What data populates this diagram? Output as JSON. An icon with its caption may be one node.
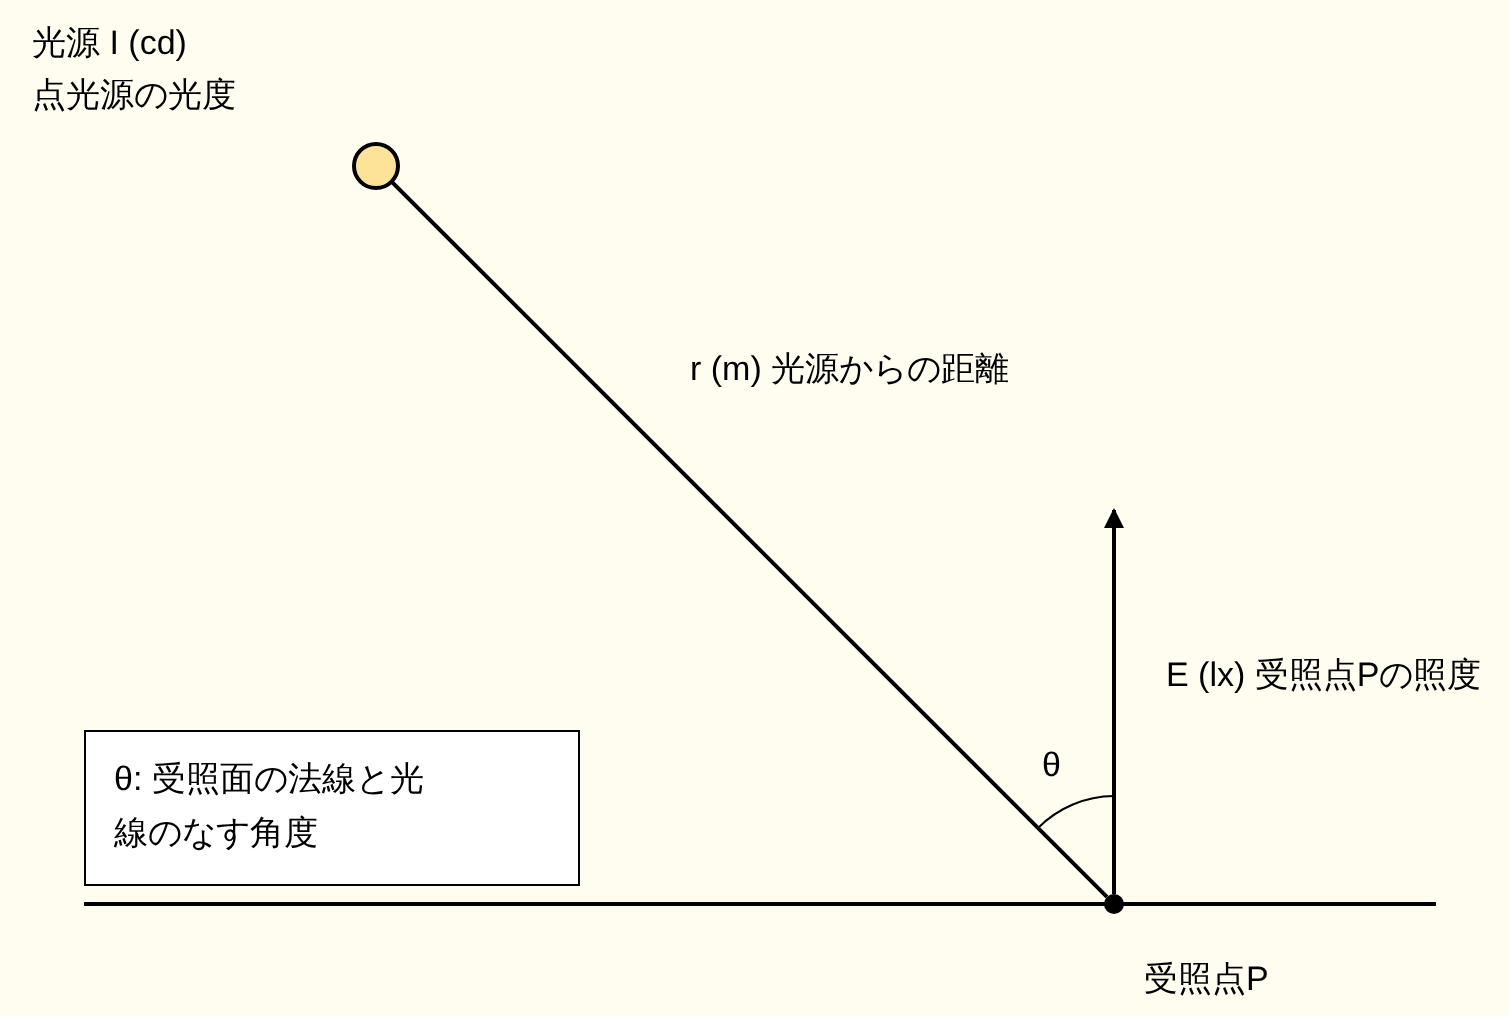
{
  "diagram": {
    "nodes": [
      {
        "text": [],
        "shape": "circle",
        "beside": [
          "光源 I (cd)",
          "点光源の光度"
        ]
      },
      {
        "text": [],
        "shape": "circle",
        "beside": [
          "受照点P"
        ]
      },
      {
        "text": [
          "θ: 受照面の法線と光線のなす角度"
        ]
      }
    ],
    "edges": [
      {
        "from": 0,
        "to": 1,
        "arrow": "none",
        "label": "r (m) 光源からの距離"
      },
      {
        "from": 1,
        "to": null,
        "arrow": "to",
        "label": "E (lx) 受照点Pの照度"
      }
    ],
    "labels": [
      "θ"
    ]
  }
}
